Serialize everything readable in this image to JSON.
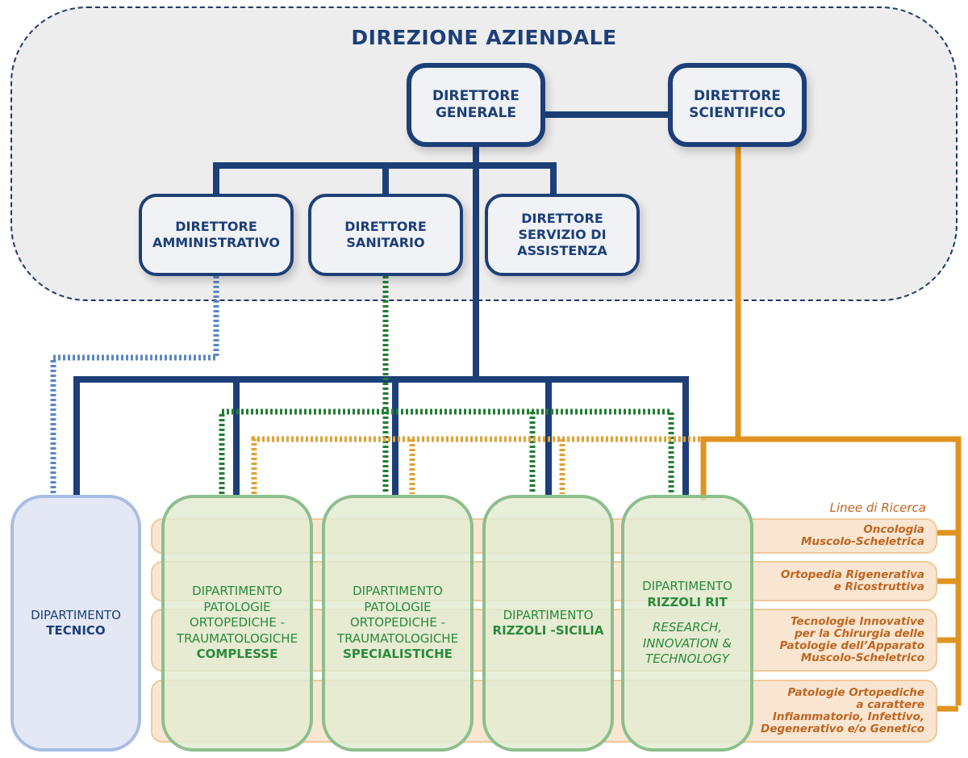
{
  "title": "DIREZIONE AZIENDALE",
  "top_boxes": {
    "direttore_generale": [
      "DIRETTORE",
      "GENERALE"
    ],
    "direttore_scientifico": [
      "DIRETTORE",
      "SCIENTIFICO"
    ],
    "direttore_amministrativo": [
      "DIRETTORE",
      "AMMINISTRATIVO"
    ],
    "direttore_sanitario": [
      "DIRETTORE",
      "SANITARIO"
    ],
    "direttore_servizio_assistenza": [
      "DIRETTORE",
      "SERVIZIO DI",
      "ASSISTENZA"
    ]
  },
  "departments": [
    {
      "lines": [
        "DIPARTIMENTO"
      ],
      "bold": [
        "TECNICO"
      ]
    },
    {
      "lines": [
        "DIPARTIMENTO",
        "PATOLOGIE",
        "ORTOPEDICHE -",
        "TRAUMATOLOGICHE"
      ],
      "bold": [
        "COMPLESSE"
      ]
    },
    {
      "lines": [
        "DIPARTIMENTO",
        "PATOLOGIE",
        "ORTOPEDICHE -",
        "TRAUMATOLOGICHE"
      ],
      "bold": [
        "SPECIALISTICHE"
      ]
    },
    {
      "lines": [
        "DIPARTIMENTO"
      ],
      "bold": [
        "RIZZOLI -SICILIA"
      ]
    },
    {
      "lines": [
        "DIPARTIMENTO"
      ],
      "bold": [
        "RIZZOLI RIT"
      ],
      "italic": [
        "RESEARCH,",
        "INNOVATION &",
        "TECHNOLOGY"
      ]
    }
  ],
  "research_lines": {
    "label": "Linee di Ricerca",
    "items": [
      [
        "Oncologia",
        "Muscolo-Scheletrica"
      ],
      [
        "Ortopedia Rigenerativa",
        "e Ricostruttiva"
      ],
      [
        "Tecnologie Innovative",
        "per la Chirurgia delle",
        "Patologie dell’Apparato",
        "Muscolo-Scheletrico"
      ],
      [
        "Patologie Ortopediche",
        "a carattere",
        "Infiammatorio, Infettivo,",
        "Degenerativo e/o Genetico"
      ]
    ]
  },
  "colors": {
    "navy": "#1c3f78",
    "green": "#2a8a3c",
    "orange": "#e0941f",
    "light_blue": "#5b86c5",
    "research_text": "#c0651f"
  }
}
